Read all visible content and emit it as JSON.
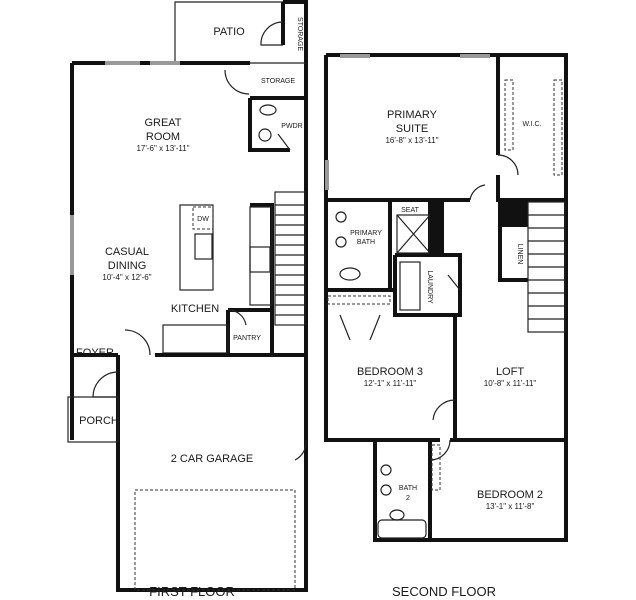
{
  "first_floor": {
    "caption": "FIRST FLOOR",
    "rooms": {
      "patio": "PATIO",
      "storage_top": "STORAGE",
      "storage": "STORAGE",
      "pwdr": "PWDR",
      "great_room": {
        "name": "GREAT",
        "name2": "ROOM",
        "size": "17'-6\" x 13'-11\""
      },
      "casual_dining": {
        "name": "CASUAL",
        "name2": "DINING",
        "size": "10'-4\" x 12'-6\""
      },
      "dw": "DW",
      "kitchen": "KITCHEN",
      "pantry": "PANTRY",
      "foyer": "FOYER",
      "porch": "PORCH",
      "garage": "2 CAR GARAGE"
    }
  },
  "second_floor": {
    "caption": "SECOND FLOOR",
    "rooms": {
      "primary_suite": {
        "name": "PRIMARY",
        "name2": "SUITE",
        "size": "16'-8\" x 13'-11\""
      },
      "wic": "W.I.C.",
      "seat": "SEAT",
      "primary_bath": {
        "name": "PRIMARY",
        "name2": "BATH"
      },
      "laundry": "LAUNDRY",
      "linen": "LINEN",
      "bedroom3": {
        "name": "BEDROOM 3",
        "size": "12'-1\" x 11'-11\""
      },
      "loft": {
        "name": "LOFT",
        "size": "10'-8\" x 11'-11\""
      },
      "bath2": {
        "name": "BATH",
        "name2": "2"
      },
      "bedroom2": {
        "name": "BEDROOM 2",
        "size": "13'-1\" x 11'-8\""
      }
    }
  }
}
